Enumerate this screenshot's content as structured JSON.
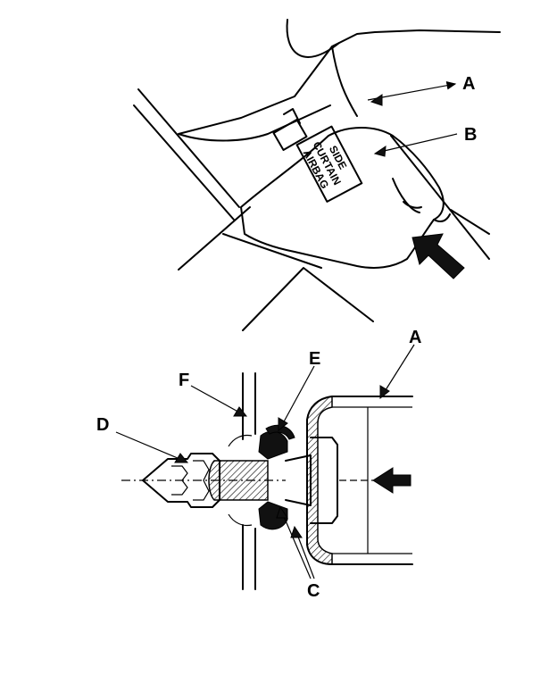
{
  "callouts_top": {
    "a": "A",
    "b": "B"
  },
  "airbag_label": {
    "line1": "SIDE",
    "line2": "CURTAIN",
    "line3": "AIRBAG"
  },
  "callouts_bottom": {
    "a": "A",
    "c": "C",
    "d": "D",
    "e": "E",
    "f": "F"
  }
}
